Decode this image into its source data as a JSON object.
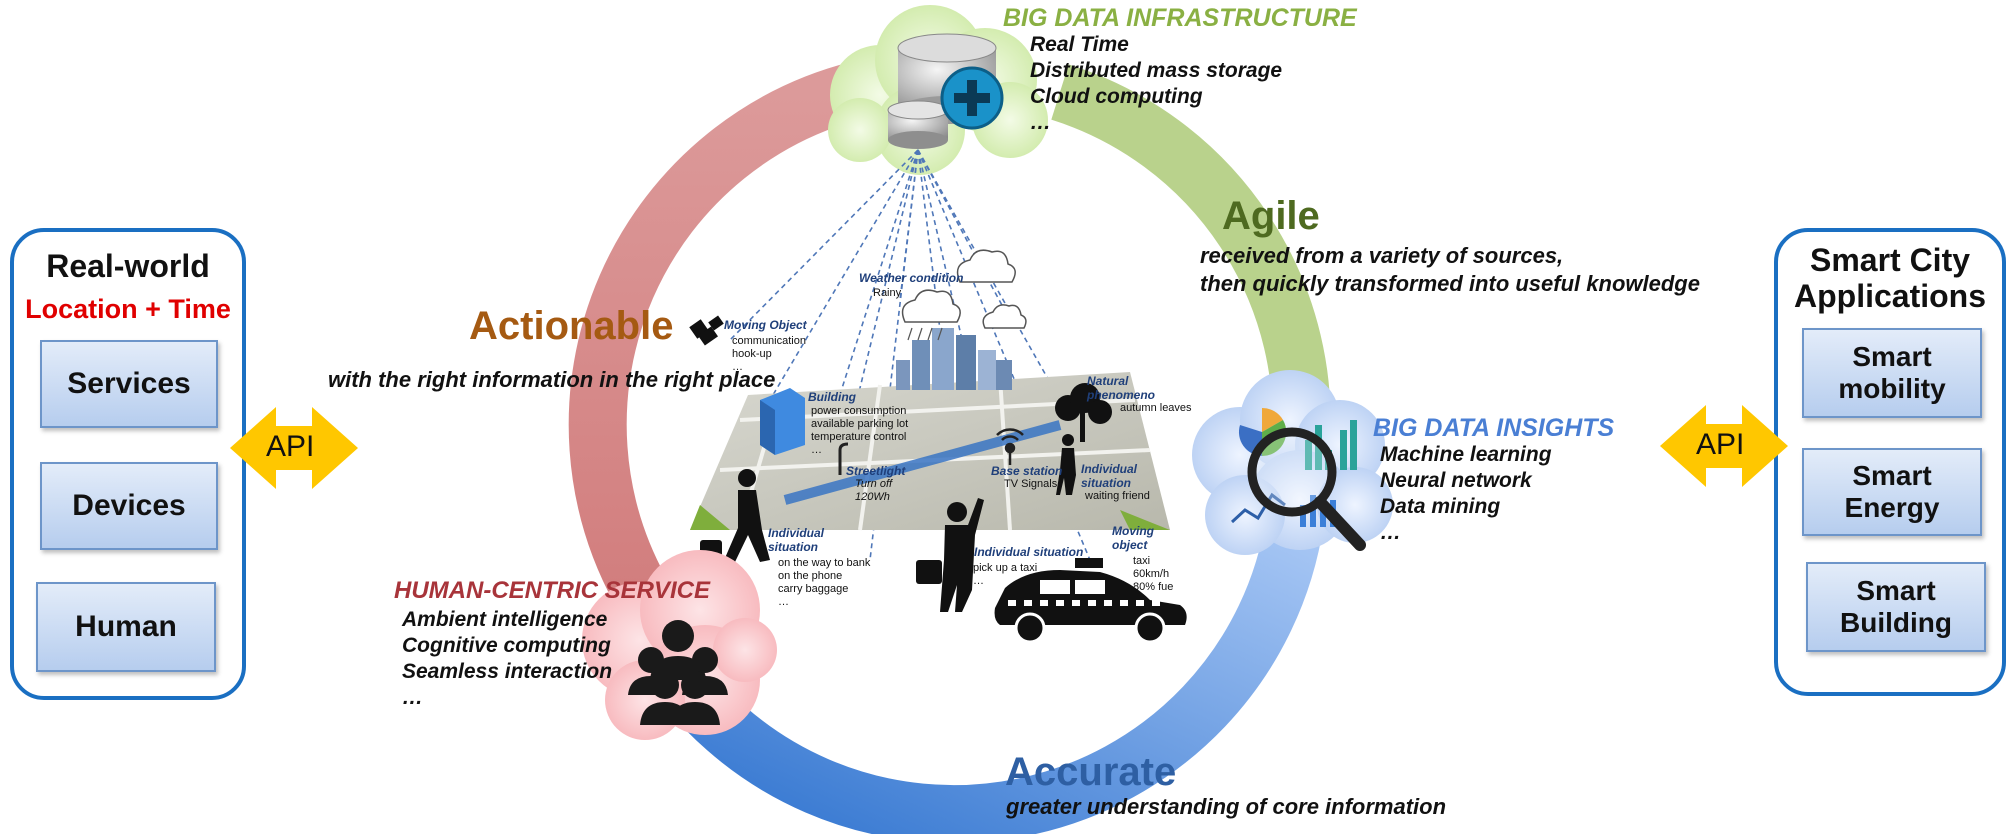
{
  "left_panel": {
    "title": "Real-world",
    "subtitle": "Location + Time",
    "items": [
      "Services",
      "Devices",
      "Human"
    ]
  },
  "right_panel": {
    "title_line1": "Smart City",
    "title_line2": "Applications",
    "items": [
      {
        "line1": "Smart",
        "line2": "mobility"
      },
      {
        "line1": "Smart",
        "line2": "Energy"
      },
      {
        "line1": "Smart",
        "line2": "Building"
      }
    ]
  },
  "api": {
    "left": "API",
    "right": "API"
  },
  "infrastructure": {
    "title": "BIG DATA INFRASTRUCTURE",
    "items": [
      "Real Time",
      "Distributed mass storage",
      "Cloud computing",
      "…"
    ]
  },
  "insights": {
    "title": "BIG DATA INSIGHTS",
    "items": [
      "Machine learning",
      "Neural network",
      "Data mining",
      "…"
    ]
  },
  "human_centric": {
    "title": "HUMAN-CENTRIC SERVICE",
    "items": [
      "Ambient intelligence",
      "Cognitive computing",
      "Seamless interaction",
      "…"
    ]
  },
  "agile": {
    "label": "Agile",
    "desc_line1": "received from a variety of sources,",
    "desc_line2": "then quickly transformed into useful knowledge"
  },
  "actionable": {
    "label": "Actionable",
    "desc": "with the right information in the right place"
  },
  "accurate": {
    "label": "Accurate",
    "desc": "greater understanding of core information"
  },
  "scene": {
    "weather_title": "Weather condition",
    "weather_value": "Rainy",
    "moving_object_title": "Moving Object",
    "moving_object_lines": [
      "communication",
      "hook-up",
      "…"
    ],
    "building_title": "Building",
    "building_lines": [
      "power consumption",
      "available parking lot",
      "temperature control",
      "…"
    ],
    "streetlight_title": "Streetlight",
    "streetlight_lines": [
      "Turn off",
      "120Wh"
    ],
    "base_station_title": "Base station",
    "base_station_lines": [
      "TV Signals"
    ],
    "natural_title_line1": "Natural",
    "natural_title_line2": "phenomeno",
    "natural_lines": [
      "autumn leaves"
    ],
    "individual1_title_line1": "Individual",
    "individual1_title_line2": "situation",
    "individual1_lines": [
      "waiting friend"
    ],
    "individual2_title_line1": "Individual",
    "individual2_title_line2": "situation",
    "individual2_lines": [
      "on the way to bank",
      "on the phone",
      "carry baggage",
      "…"
    ],
    "individual3_title": "Individual situation",
    "individual3_lines": [
      "pick up a taxi",
      "…"
    ],
    "moving_object2_title_line1": "Moving",
    "moving_object2_title_line2": "object",
    "moving_object2_lines": [
      "taxi",
      "60km/h",
      "80% fue"
    ]
  },
  "colors": {
    "panel_border": "#1a6fc2",
    "location_red": "#e00000",
    "api_yellow": "#ffc700",
    "ring_red": "#d98a8a",
    "ring_green": "#b5cf86",
    "ring_blue": "#6f9ee6",
    "infra_title": "#8ab043",
    "insights_title": "#4a7fd4",
    "human_title": "#a8343a",
    "agile_text": "#4e6a20",
    "actionable_text": "#a55a12",
    "accurate_text": "#2e5fa3"
  }
}
